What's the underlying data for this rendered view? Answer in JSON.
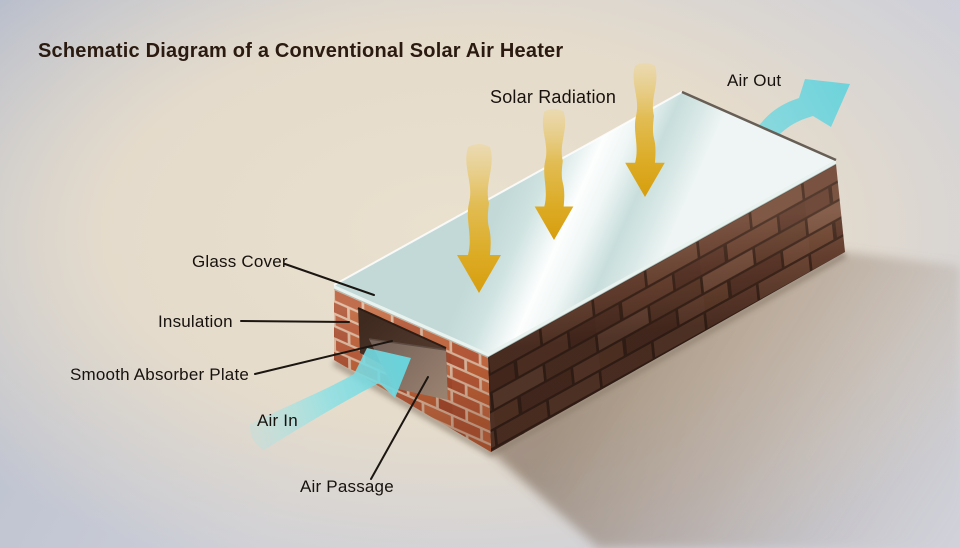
{
  "title": "Schematic Diagram of a Conventional Solar Air Heater",
  "labels": {
    "solar_radiation": "Solar Radiation",
    "air_out": "Air Out",
    "glass_cover": "Glass Cover",
    "insulation": "Insulation",
    "absorber_plate": "Smooth Absorber Plate",
    "air_in": "Air In",
    "air_passage": "Air Passage"
  },
  "icons": {
    "solar_radiation_arrows": "wavy-down-arrow-x3",
    "air_out_arrow": "curved-up-right-arrow",
    "air_in_arrow": "curved-up-right-arrow"
  },
  "colors": {
    "title_text": "#2a1a10",
    "label_text": "#17120e",
    "leader_line": "#1b1611",
    "solar_arrow_gold": "#d9a211",
    "solar_arrow_pale": "#ecd9a9",
    "air_arrow_cyan": "#7dd8de",
    "glass_blue": "#c9dedc",
    "glass_sheen": "#ffffff",
    "brick_dark": "#6a4232",
    "brick_dark_mortar": "#40281d",
    "brick_light": "#b85a3a",
    "brick_light_mortar": "#dcb9a0",
    "interior_dark": "#4a3025",
    "absorber_plate": "#8a7265",
    "background_warm": "#e7ddcc",
    "background_cool": "#b9bfce",
    "ground_shadow": "#7a6454"
  }
}
